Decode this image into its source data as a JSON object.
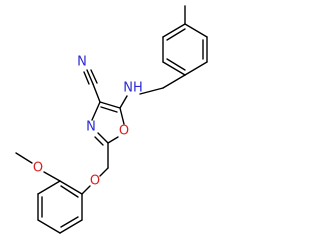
{
  "molecule": {
    "colors": {
      "carbon": "#000000",
      "nitrogen": "#2b2bd6",
      "oxygen": "#d62020"
    },
    "atom_labels": {
      "nitrile_n": "N",
      "amine_nh": "NH",
      "ring_n": "N",
      "ring_o": "O",
      "ether_o": "O",
      "methoxy_o": "O"
    }
  }
}
